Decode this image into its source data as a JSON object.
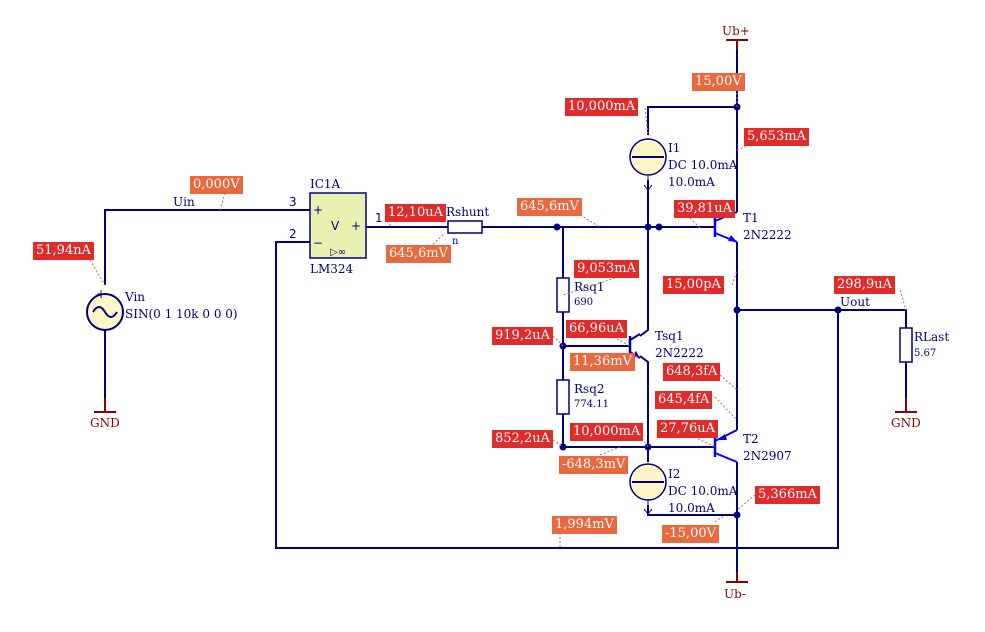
{
  "colors": {
    "wire": "#000080",
    "ground": "#8b0000",
    "current_tag": "#e02b2b",
    "voltage_tag": "#e8693f",
    "opamp_body": "#eaf0b0"
  },
  "rails": {
    "positive": "Ub+",
    "negative": "Ub-",
    "ground": "GND"
  },
  "nets": {
    "uin": "Uin",
    "uout": "Uout"
  },
  "components": {
    "vin": {
      "name": "Vin",
      "value": "SIN(0 1 10k 0 0 0)"
    },
    "ic1a": {
      "name": "IC1A",
      "part": "LM324",
      "pin3": "3",
      "pin2": "2",
      "pin1": "1",
      "plus": "+",
      "minus": "−",
      "body": "V"
    },
    "rshunt": {
      "name": "Rshunt",
      "pin": "n"
    },
    "rsq1": {
      "name": "Rsq1",
      "value": "690"
    },
    "rsq2": {
      "name": "Rsq2",
      "value": "774.11"
    },
    "tsq1": {
      "name": "Tsq1",
      "part": "2N2222"
    },
    "t1": {
      "name": "T1",
      "part": "2N2222"
    },
    "t2": {
      "name": "T2",
      "part": "2N2907"
    },
    "i1": {
      "name": "I1",
      "value": "DC 10.0mA",
      "value2": "10.0mA"
    },
    "i2": {
      "name": "I2",
      "value": "DC 10.0mA",
      "value2": "10.0mA"
    },
    "rlast": {
      "name": "RLast",
      "value": "5.67"
    }
  },
  "measurements": {
    "ub_plus": "15,00V",
    "i1_top": "10,000mA",
    "t1_collector": "5,653mA",
    "uin": "0,000V",
    "vin_current": "51,94nA",
    "opamp_out_current": "12,10uA",
    "opamp_out_voltage": "645,6mV",
    "rshunt_right": "645,6mV",
    "t1_base": "39,81uA",
    "rsq1_current": "9,053mA",
    "t1_emitter": "15,00pA",
    "rlast_current": "298,9uA",
    "rsq1_node": "919,2uA",
    "tsq1_base": "66,96uA",
    "tsq1_emitter_v": "11,36mV",
    "t2_emitter_a": "648,3fA",
    "t2_emitter_b": "645,4fA",
    "rsq2_node": "852,2uA",
    "i2_top": "10,000mA",
    "t2_base": "27,76uA",
    "bottom_node_v": "-648,3mV",
    "t2_collector": "5,366mA",
    "feedback_v": "1,994mV",
    "ub_minus": "-15,00V"
  }
}
